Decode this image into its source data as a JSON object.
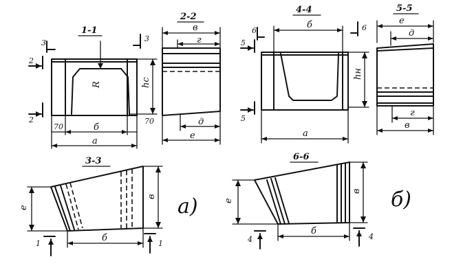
{
  "views": {
    "v11": {
      "title": "1-1",
      "dim_bottom": "a",
      "dim_inner": "б",
      "dim_left_small": "70",
      "dim_right_small": "70",
      "dim_height": "hс",
      "dim_radius": "R",
      "cut_top_left": "3",
      "cut_top_right": "3",
      "cut_left_top": "2",
      "cut_left_bottom": "2"
    },
    "v22": {
      "title": "2-2",
      "dim_top": "в",
      "dim_top_inner": "г",
      "dim_bottom_inner": "д",
      "dim_bottom": "е"
    },
    "v44": {
      "title": "4-4",
      "dim_top": "б",
      "dim_bottom": "a",
      "dim_height": "hн",
      "cut_top_left": "6",
      "cut_top_right": "6",
      "cut_left_top": "5",
      "cut_left_bottom": "5"
    },
    "v55": {
      "title": "5-5",
      "dim_top": "е",
      "dim_top_inner": "д",
      "dim_bottom_inner": "г",
      "dim_bottom": "в"
    },
    "v33": {
      "title": "3-3",
      "dim_left": "е",
      "dim_right": "в",
      "dim_bottom": "б",
      "cut_left": "1",
      "cut_right": "1"
    },
    "v66": {
      "title": "6-6",
      "dim_left": "е",
      "dim_right": "в",
      "dim_bottom": "б",
      "cut_left": "4",
      "cut_right": "4"
    }
  },
  "captions": {
    "a": "а)",
    "b": "б)"
  }
}
